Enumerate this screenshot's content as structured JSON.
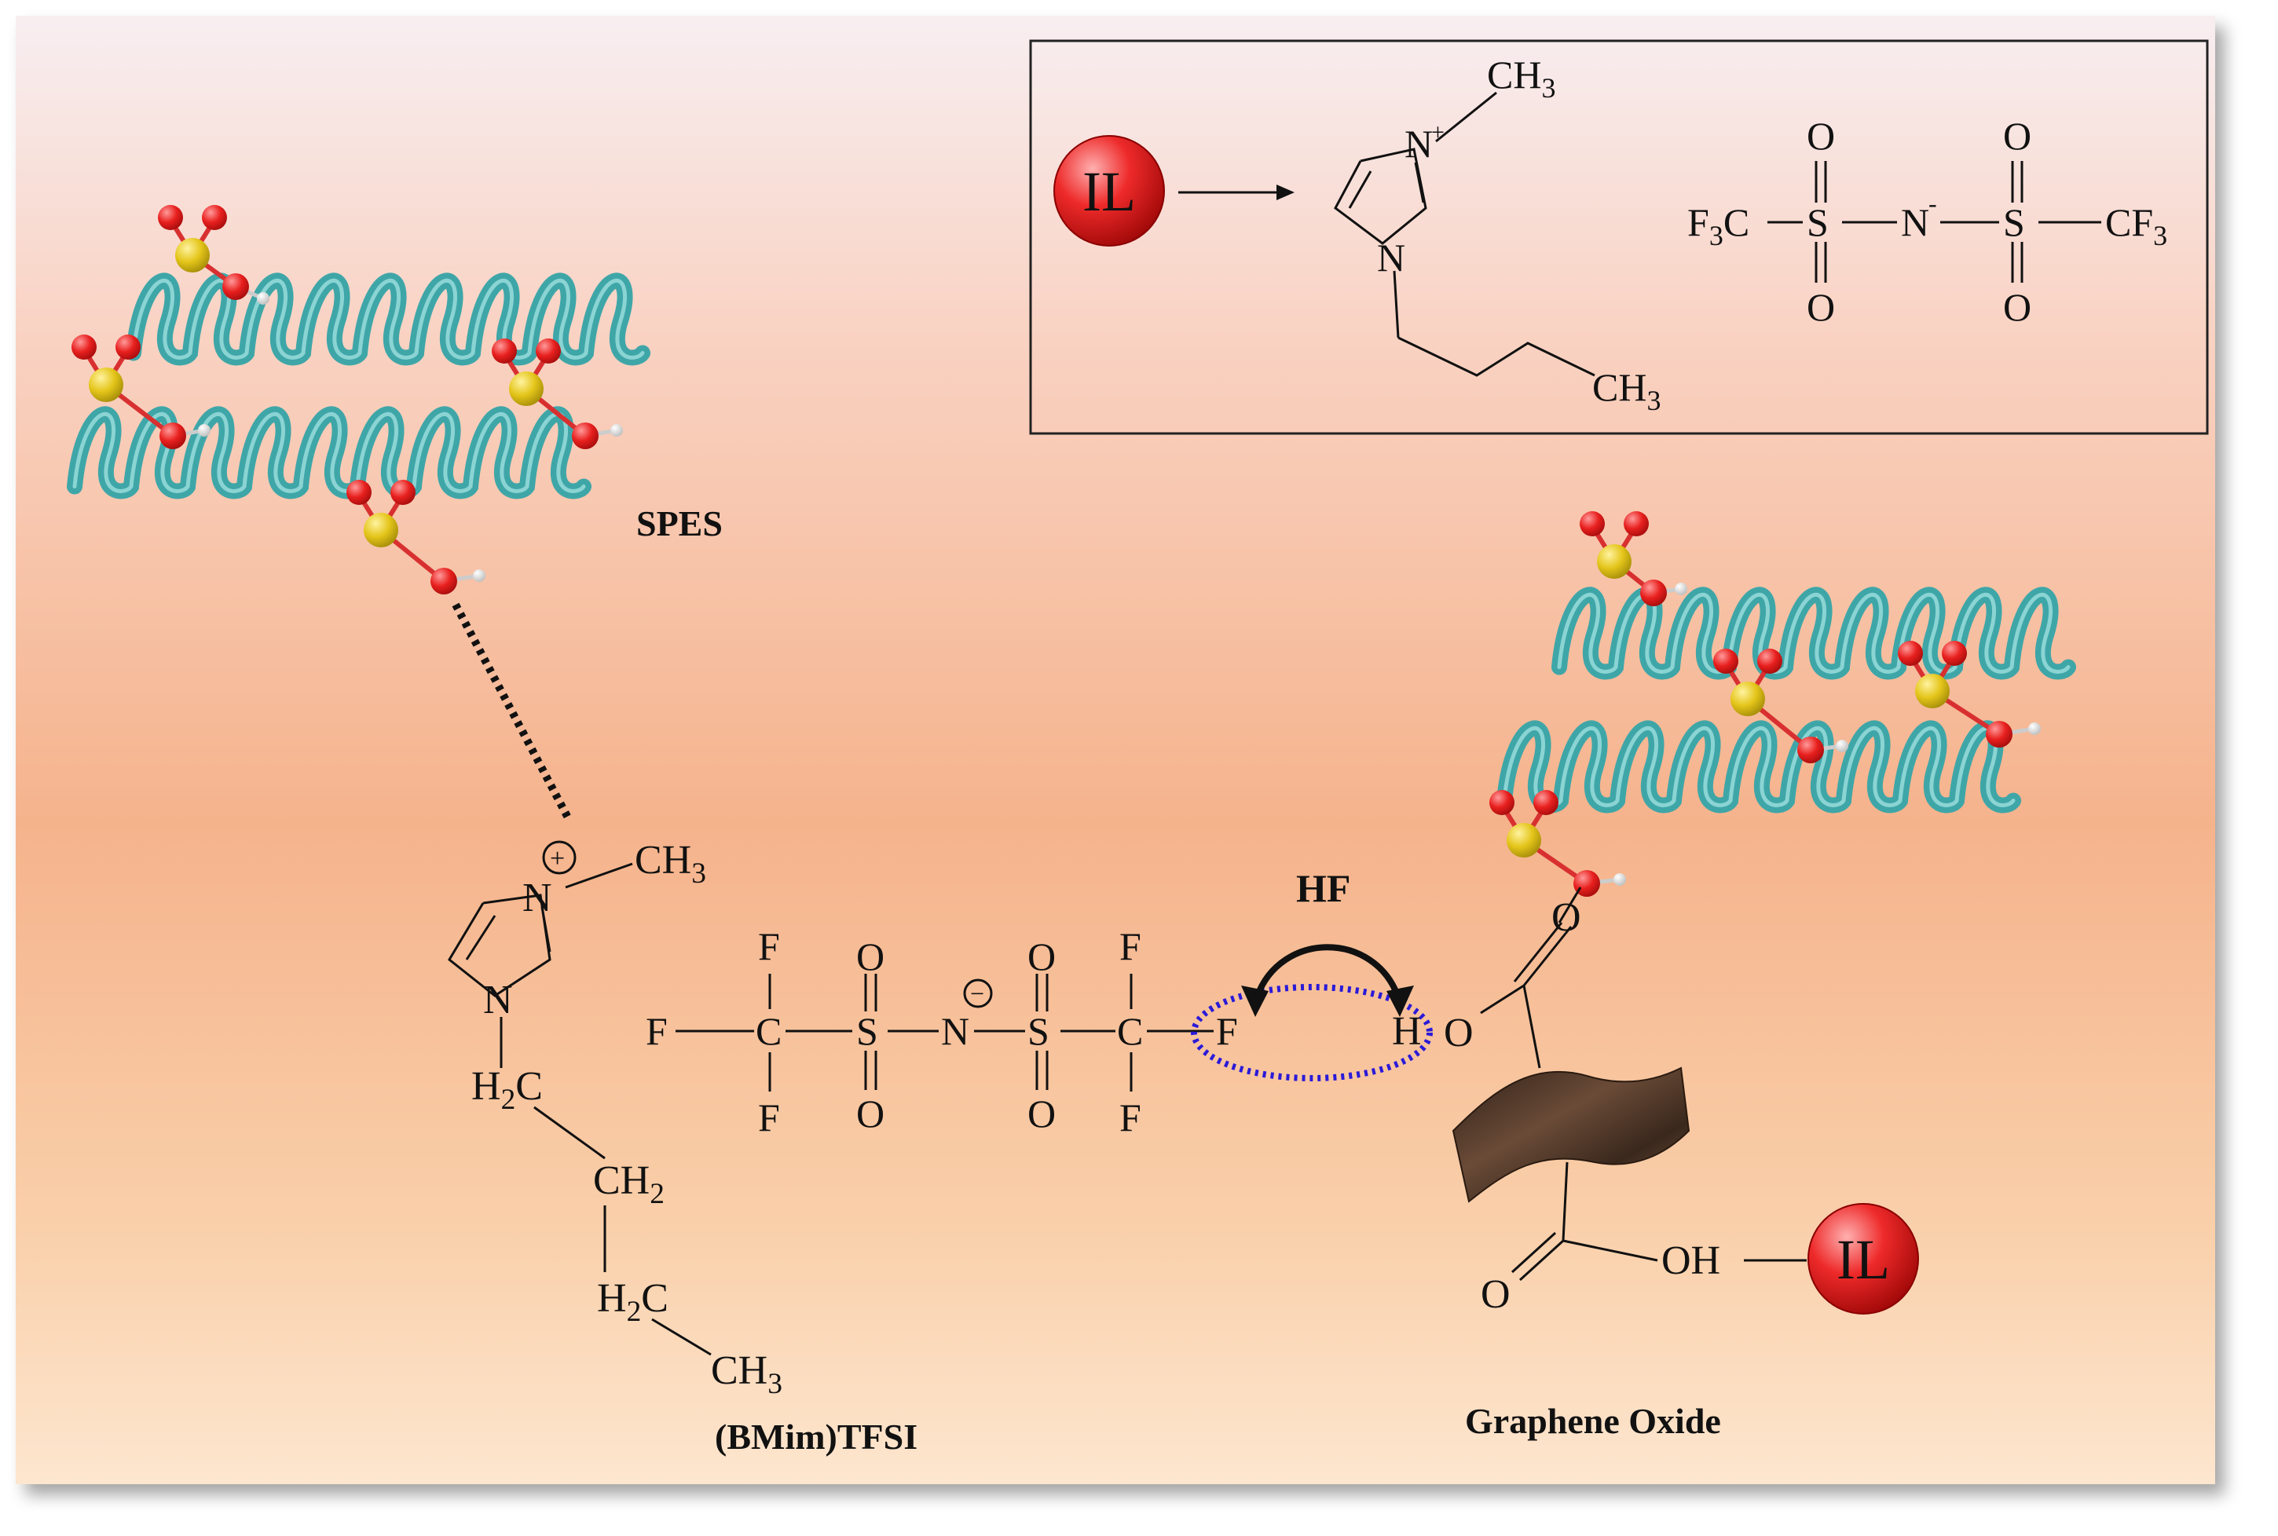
{
  "inset": {
    "il_badge": "IL",
    "cation": {
      "ring_n_top": "N",
      "ring_n_top_charge": "+",
      "ring_n_bottom": "N",
      "methyl": "CH",
      "methyl_sub": "3",
      "butyl_end": "CH",
      "butyl_end_sub": "3"
    },
    "anion": {
      "left_group": "F",
      "left_group_sub": "3",
      "left_group_tail": "C",
      "s_left": "S",
      "n_center": "N",
      "n_charge": "-",
      "s_right": "S",
      "right_group": "CF",
      "right_group_sub": "3",
      "oxygen": "O"
    }
  },
  "labels": {
    "spes": "SPES",
    "bmim_tfsi": "(BMim)TFSI",
    "graphene_oxide": "Graphene Oxide",
    "hf": "HF"
  },
  "main_cation": {
    "n_top": "N",
    "charge": "+",
    "n_bottom": "N",
    "methyl": "CH",
    "methyl_sub": "3",
    "h2c_1_a": "H",
    "h2c_1_sub": "2",
    "h2c_1_b": "C",
    "ch2": "CH",
    "ch2_sub": "2",
    "h2c_2_a": "H",
    "h2c_2_sub": "2",
    "h2c_2_b": "C",
    "ch3": "CH",
    "ch3_sub": "3"
  },
  "main_anion": {
    "f": "F",
    "c": "C",
    "s": "S",
    "o": "O",
    "n": "N",
    "n_charge": "−"
  },
  "graphene": {
    "o": "O",
    "h": "H",
    "oh": "OH",
    "il_badge": "IL"
  },
  "colors": {
    "background_top": "#f7e9ee",
    "background_mid": "#f6b98e",
    "background_bottom": "#fbe0c8",
    "helix": "#3fa6a8",
    "helix_highlight": "#9fe0df",
    "sulfur": "#e0c21a",
    "oxygen": "#e02020",
    "hydrogen_bond_ellipse": "#2a1ad8",
    "il_badge": "#e41e1e",
    "graphene_sheet": "#4a3426"
  }
}
